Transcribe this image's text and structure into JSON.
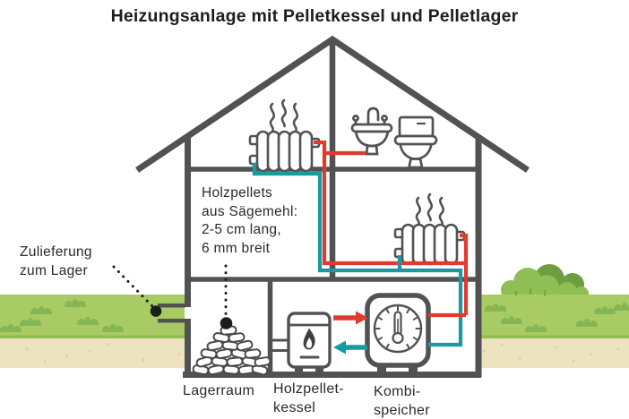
{
  "title": "Heizungsanlage mit Pelletkessel und Pelletlager",
  "annotations": {
    "pellets_note": {
      "line1": "Holzpellets",
      "line2": "aus Sägemehl:",
      "line3": "2-5 cm lang,",
      "line4": "6 mm breit"
    },
    "delivery": {
      "line1": "Zulieferung",
      "line2": "zum Lager"
    }
  },
  "labels": {
    "storage_room": "Lagerraum",
    "boiler_line1": "Holzpellet-",
    "boiler_line2": "kessel",
    "tank_line1": "Kombi-",
    "tank_line2": "speicher"
  },
  "icons": {
    "heat_waves": "heat-waves-icon",
    "radiator": "radiator-icon",
    "sink": "sink-icon",
    "toilet": "toilet-icon",
    "flame": "flame-icon",
    "thermostat_gauge": "thermostat-gauge-icon",
    "pellet_pile": "pellet-pile-icon",
    "delivery_chute": "delivery-chute-icon",
    "connection_dot": "connection-dot-icon"
  },
  "colors": {
    "hot": "#e23a2e",
    "cold": "#189aa1",
    "outline": "#525254",
    "ink": "#2a2a2a",
    "grass": "#a8cc63",
    "grass_edge": "#93bd55",
    "tuft": "#85b554",
    "bush_light": "#8fbe55",
    "bush_dark": "#6f9e41",
    "soil": "#eee3bf",
    "speckle": "#ddcfa2"
  }
}
